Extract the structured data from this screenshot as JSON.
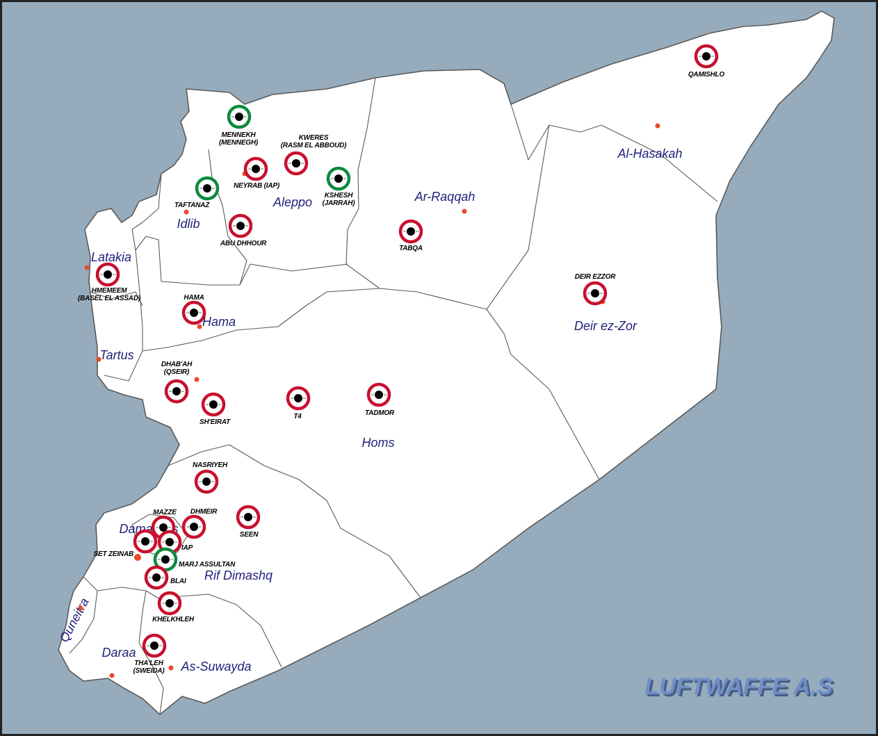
{
  "colors": {
    "sea": "#96acbc",
    "land": "#ffffff",
    "border": "#5a5a5a",
    "frame": "#222222",
    "ring_red": "#c8102e",
    "ring_green": "#0d8a3e",
    "city_dot": "#e84a2a",
    "gov_label": "#1f1f7a",
    "logo_fill": "#6f8fc7",
    "logo_shadow": "#4a5d86"
  },
  "legend_symbols": {
    "red": "red-ring-icon",
    "green": "green-ring-icon",
    "city": "city-dot-icon"
  },
  "governorates": [
    {
      "name": "Al-Hasakah"
    },
    {
      "name": "Aleppo"
    },
    {
      "name": "Idlib"
    },
    {
      "name": "Ar-Raqqah"
    },
    {
      "name": "Latakia"
    },
    {
      "name": "Hama"
    },
    {
      "name": "Deir ez-Zor"
    },
    {
      "name": "Tartus"
    },
    {
      "name": "Homs"
    },
    {
      "name": "Damascus"
    },
    {
      "name": "Rif Dimashq"
    },
    {
      "name": "Quneitra"
    },
    {
      "name": "Daraa"
    },
    {
      "name": "As-Suwayda"
    }
  ],
  "airbases": [
    {
      "lines": [
        "QAMISHLO"
      ],
      "ring": "red"
    },
    {
      "lines": [
        "MENNEKH",
        "(MENNEGH)"
      ],
      "ring": "green"
    },
    {
      "lines": [
        "KWERES",
        "(RASM EL ABBOUD)"
      ],
      "ring": "red"
    },
    {
      "lines": [
        "NEYRAB (IAP)"
      ],
      "ring": "red"
    },
    {
      "lines": [
        "KSHESH",
        "(JARRAH)"
      ],
      "ring": "green"
    },
    {
      "lines": [
        "TAFTANAZ"
      ],
      "ring": "green"
    },
    {
      "lines": [
        "ABU DHHOUR"
      ],
      "ring": "red"
    },
    {
      "lines": [
        "TABQA"
      ],
      "ring": "red"
    },
    {
      "lines": [
        "HMEMEEM",
        "(BASEL EL ASSAD)"
      ],
      "ring": "red"
    },
    {
      "lines": [
        "HAMA"
      ],
      "ring": "red"
    },
    {
      "lines": [
        "DEIR EZZOR"
      ],
      "ring": "red"
    },
    {
      "lines": [
        "DHAB'AH",
        "(QSEIR)"
      ],
      "ring": "red"
    },
    {
      "lines": [
        "SH'EIRAT"
      ],
      "ring": "red"
    },
    {
      "lines": [
        "T4"
      ],
      "ring": "red"
    },
    {
      "lines": [
        "TADMOR"
      ],
      "ring": "red"
    },
    {
      "lines": [
        "NASRIYEH"
      ],
      "ring": "red"
    },
    {
      "lines": [
        "MAZZE"
      ],
      "ring": "red"
    },
    {
      "lines": [
        "DHMEIR"
      ],
      "ring": "red"
    },
    {
      "lines": [
        "SEEN"
      ],
      "ring": "red"
    },
    {
      "lines": [
        "IAP"
      ],
      "ring": "red"
    },
    {
      "lines": [
        "SET ZEINAB"
      ],
      "ring": "red"
    },
    {
      "lines": [
        "MARJ ASSULTAN"
      ],
      "ring": "green"
    },
    {
      "lines": [
        "BLAI"
      ],
      "ring": "red"
    },
    {
      "lines": [
        "KHELKHLEH"
      ],
      "ring": "red"
    },
    {
      "lines": [
        "THA'LEH",
        "(SWEIDA)"
      ],
      "ring": "red"
    }
  ],
  "logo": {
    "text": "LUFTWAFFE A.S"
  }
}
